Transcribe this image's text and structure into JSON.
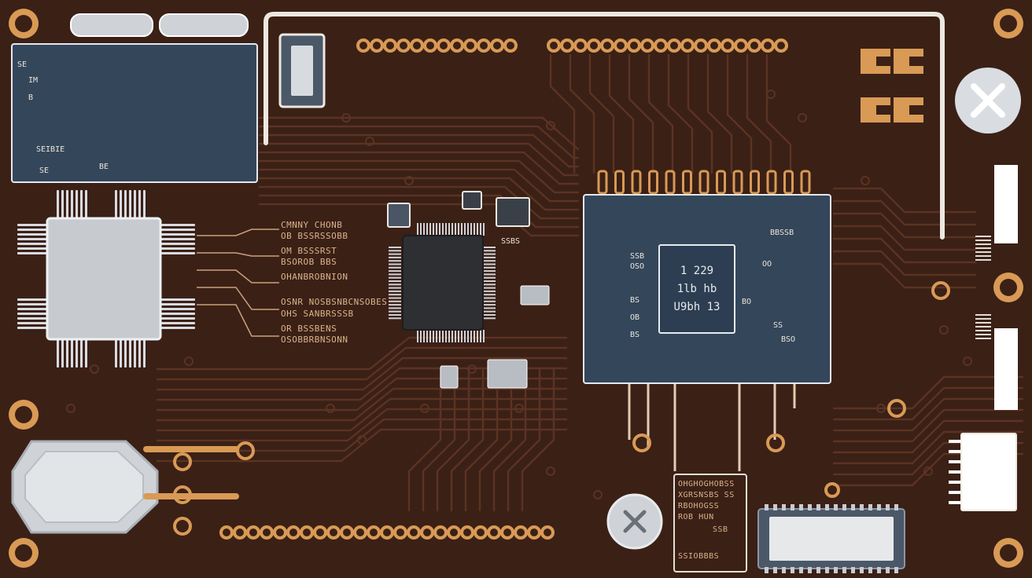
{
  "colors": {
    "board": "#3b2016",
    "trace": "#5b3322",
    "copper": "#d99a55",
    "silk": "#ece8e0",
    "module": "#34465a"
  },
  "icons": [
    "mounting-hole-icon",
    "screw-icon",
    "gear-pad-icon"
  ],
  "module_left": {
    "labels": [
      "SE",
      "IM",
      "B",
      "SEIBIE",
      "SE",
      "BE"
    ]
  },
  "middle_labels": [
    "CMNNY CHONB",
    "OB BSSRSSOBB",
    "OM BSSSRST",
    "BSOROB BBS",
    "OHANBROBNION",
    "OSNR NOSBSNBCNSOBES",
    "OHS SANBRSSSB",
    "OR BSSBENS",
    "OSOBBRBNSONN"
  ],
  "cpu_label": "SSBS",
  "module_right": {
    "chip_lines": [
      "1 229",
      "1lb hb",
      "U9bh 13"
    ],
    "labels_left": [
      "SSB",
      "OSO",
      "BS",
      "OB",
      "BS"
    ],
    "labels_right": [
      "BBSSB",
      "OO",
      "BO",
      "SS",
      "BSO"
    ]
  },
  "bottom_module": {
    "lines": [
      "OHGHOGHOBSS",
      "XGRSNSBS SS",
      "RBOHOGSS",
      "ROB HUN",
      "SSB",
      "SSIOBBBS"
    ]
  }
}
